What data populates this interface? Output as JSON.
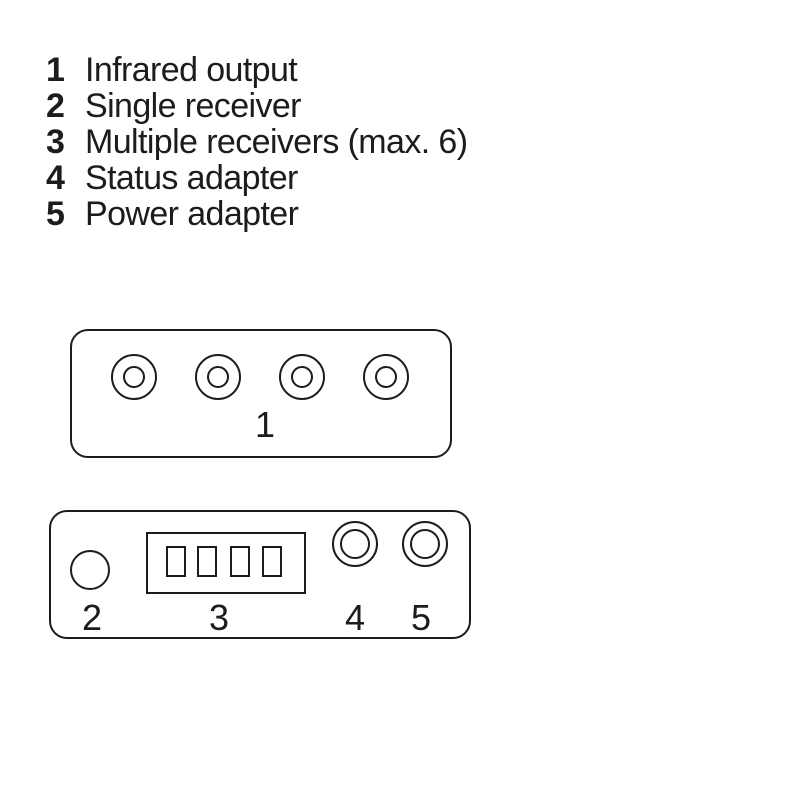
{
  "colors": {
    "line": "#1c1c1e",
    "background": "#ffffff"
  },
  "legend": {
    "items": [
      {
        "num": "1",
        "label": "Infrared output"
      },
      {
        "num": "2",
        "label": "Single receiver"
      },
      {
        "num": "3",
        "label": "Multiple receivers (max. 6)"
      },
      {
        "num": "4",
        "label": "Status adapter"
      },
      {
        "num": "5",
        "label": "Power adapter"
      }
    ]
  },
  "panel_top": {
    "label": "1",
    "port_count": 4
  },
  "panel_bottom": {
    "receiver_label": "2",
    "dip_label": "3",
    "dip_switch_count": 4,
    "status_label": "4",
    "power_label": "5"
  }
}
